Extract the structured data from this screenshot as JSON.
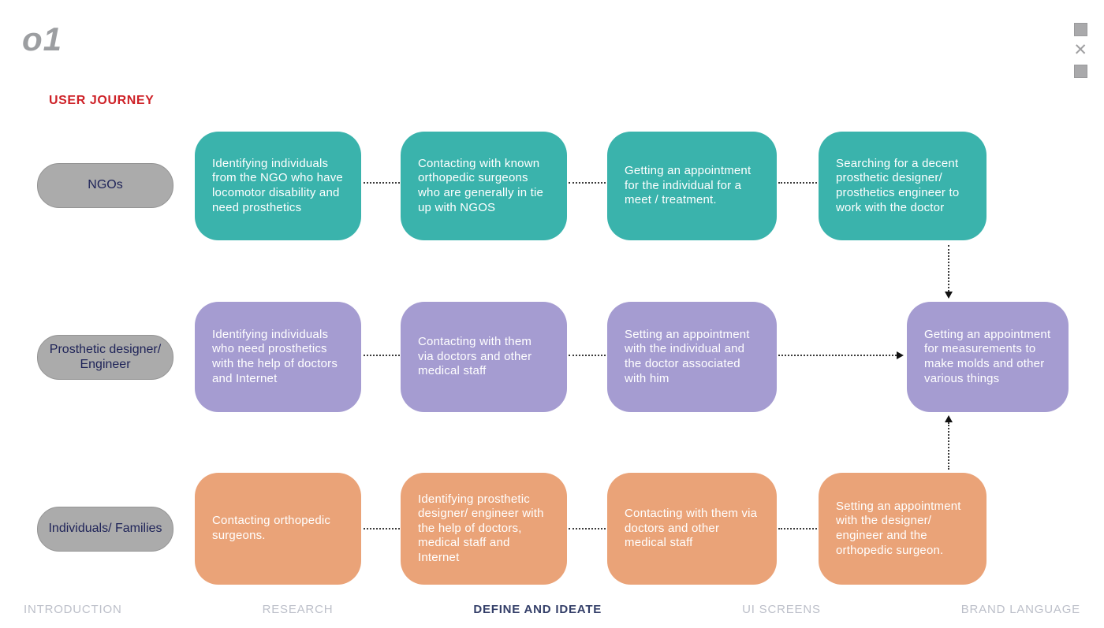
{
  "logo": "o1",
  "title": "USER JOURNEY",
  "window_controls": {
    "close_glyph": "✕"
  },
  "colors": {
    "ngos_teal": "#3ab3ac",
    "designer_purple": "#a59cd1",
    "individuals_orange": "#eaa378",
    "label_pill_gray": "#ababab",
    "label_text_navy": "#1e2358",
    "title_red": "#ce2127",
    "nav_active": "#333e68",
    "nav_inactive": "#bcbfc9"
  },
  "journey": {
    "rows": {
      "ngos": {
        "label": "NGOs",
        "steps": [
          "Identifying individuals from the NGO who have locomotor disability and need prosthetics",
          "Contacting with known orthopedic surgeons who are generally in tie up with NGOS",
          "Getting an appointment for the individual for a meet / treatment.",
          "Searching for a decent prosthetic designer/ prosthetics engineer to work with the doctor"
        ]
      },
      "designer": {
        "label": "Prosthetic designer/ Engineer",
        "steps": [
          "Identifying individuals who need prosthetics with the help of doctors and Internet",
          "Contacting with them via doctors and other medical staff",
          "Setting an appointment with the individual and the doctor associated with him",
          "Getting an appointment for measurements to make molds and other various things"
        ]
      },
      "individuals": {
        "label": "Individuals/ Families",
        "steps": [
          "Contacting orthopedic surgeons.",
          "Identifying prosthetic designer/ engineer with the help of doctors, medical staff and Internet",
          "Contacting with them via doctors and other medical staff",
          "Setting an appointment with the designer/ engineer and the orthopedic surgeon."
        ]
      }
    }
  },
  "footer": {
    "items": [
      {
        "label": "INTRODUCTION",
        "active": false
      },
      {
        "label": "RESEARCH",
        "active": false
      },
      {
        "label": "DEFINE AND IDEATE",
        "active": true
      },
      {
        "label": "UI SCREENS",
        "active": false
      },
      {
        "label": "BRAND LANGUAGE",
        "active": false
      }
    ]
  }
}
